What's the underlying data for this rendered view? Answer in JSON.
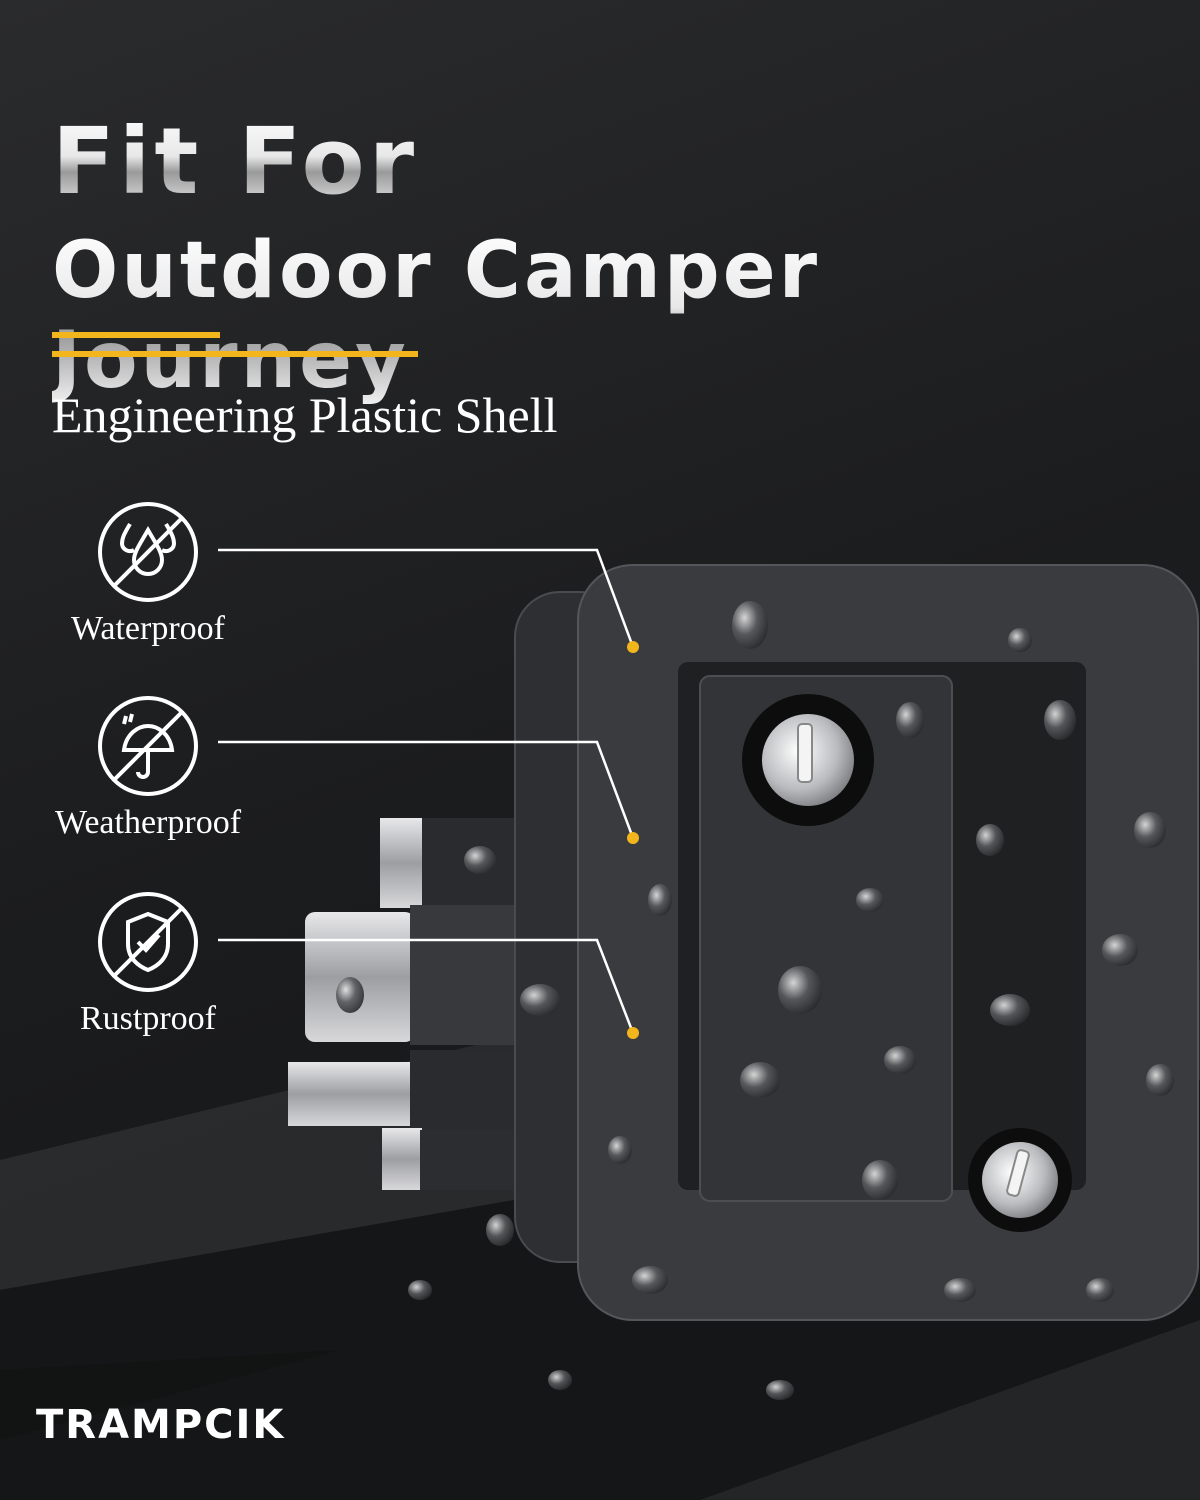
{
  "headline": {
    "line1": "Fit For",
    "line2": "Outdoor Camper Journey"
  },
  "subtitle": "Engineering Plastic Shell",
  "features": [
    {
      "label": "Waterproof",
      "icon": "water-drops-crossed-icon"
    },
    {
      "label": "Weatherproof",
      "icon": "umbrella-rain-crossed-icon"
    },
    {
      "label": "Rustproof",
      "icon": "shield-check-crossed-icon"
    }
  ],
  "brand": {
    "logo_text": "TRAMPCIK"
  },
  "colors": {
    "accent": "#f2b51c",
    "background": "#1c1d1f",
    "text": "#ffffff"
  }
}
